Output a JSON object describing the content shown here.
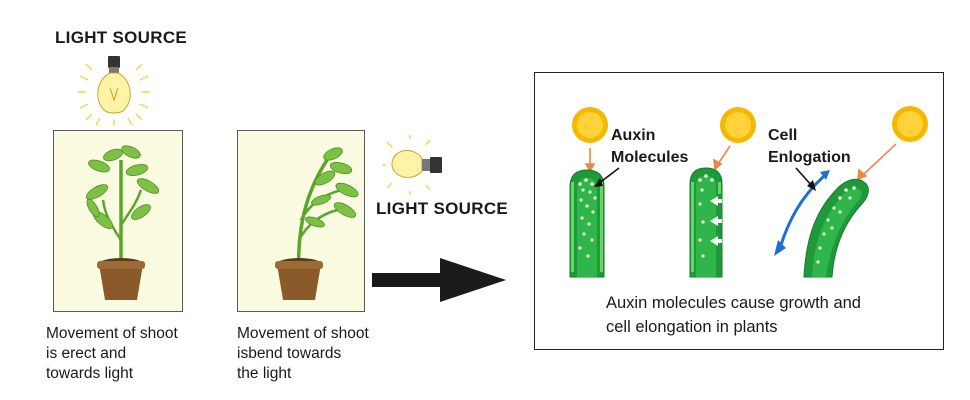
{
  "labels": {
    "light_source_top": "LIGHT SOURCE",
    "light_source_side": "LIGHT SOURCE",
    "auxin_molecules": "Auxin\nMolecules",
    "cell_elongation": "Cell\nEnlogation"
  },
  "captions": {
    "left_plant": "Movement of shoot\nis erect and\ntowards light",
    "middle_plant": "Movement of shoot\nisbend towards\nthe light",
    "right_box": "Auxin molecules cause growth and\ncell elongation in plants"
  },
  "colors": {
    "panel_bg": "#fbfbe1",
    "leaf": "#7cc143",
    "stem_green": "#2f8f2f",
    "pot": "#8a5a2b",
    "sun": "#f5b800",
    "arrow_orange": "#e8894a",
    "elongation_arrow": "#1f6fd1"
  }
}
